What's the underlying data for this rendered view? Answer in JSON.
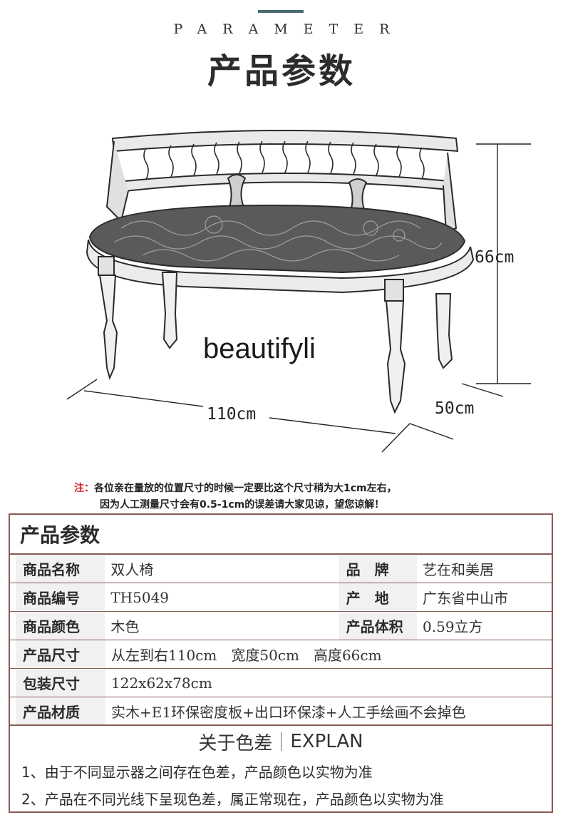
{
  "header": {
    "eyebrow": "PARAMETER",
    "title": "产品参数"
  },
  "illustration": {
    "brand": "beautifyli",
    "dim_height": "66cm",
    "dim_length": "110cm",
    "dim_depth": "50cm"
  },
  "note": {
    "label": "注：",
    "line1": "各位亲在量放的位置尺寸的时候一定要比这个尺寸稍为大1cm左右，",
    "line2": "因为人工测量尺寸会有0.5-1cm的误差请大家见谅，望您谅解！"
  },
  "table": {
    "heading": "产品参数",
    "rows": {
      "name_label": "商品名称",
      "name_value": "双人椅",
      "brand_label": "品　牌",
      "brand_value": "艺在和美居",
      "code_label": "商品编号",
      "code_value": "TH5049",
      "origin_label": "产　地",
      "origin_value": "广东省中山市",
      "color_label": "商品颜色",
      "color_value": "木色",
      "volume_label": "产品体积",
      "volume_value": "0.59立方",
      "size_label": "产品尺寸",
      "size_value": "从左到右110cm　宽度50cm　高度66cm",
      "pack_label": "包装尺寸",
      "pack_value": "122x62x78cm",
      "material_label": "产品材质",
      "material_value": "实木+E1环保密度板+出口环保漆+人工手绘画不会掉色"
    }
  },
  "explan": {
    "title_cn": "关于色差",
    "title_en": "EXPLAN",
    "line1": "1、由于不同显示器之间存在色差，产品颜色以实物为准",
    "line2": "2、产品在不同光线下呈现色差，属正常现在，产品颜色以实物为准"
  },
  "colors": {
    "border": "#8a5a55",
    "label_bg": "#f1f1f1",
    "note_label": "#d21a1a"
  }
}
